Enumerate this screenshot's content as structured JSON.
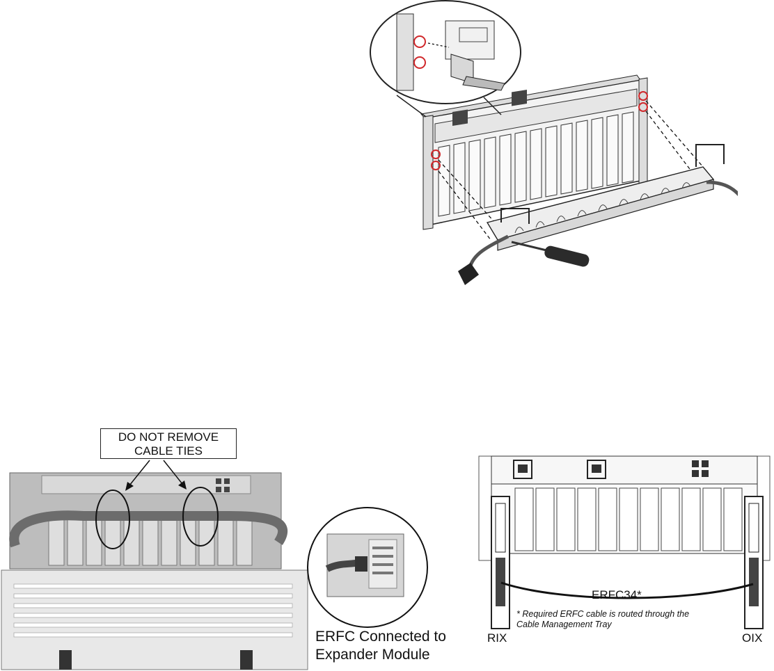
{
  "callout": {
    "line1": "DO NOT REMOVE",
    "line2": "CABLE TIES"
  },
  "inset_caption": {
    "line1": "ERFC Connected to",
    "line2": "Expander Module"
  },
  "rear_view": {
    "cable_label": "ERFC34*",
    "left_label": "RIX",
    "right_label": "OIX",
    "note_line1": "* Required ERFC cable is routed through the",
    "note_line2": "Cable Management Tray"
  },
  "colors": {
    "highlight": "#d0282b",
    "line": "#111111",
    "metal": "#c9c9c9",
    "dark": "#3a3a3a"
  }
}
